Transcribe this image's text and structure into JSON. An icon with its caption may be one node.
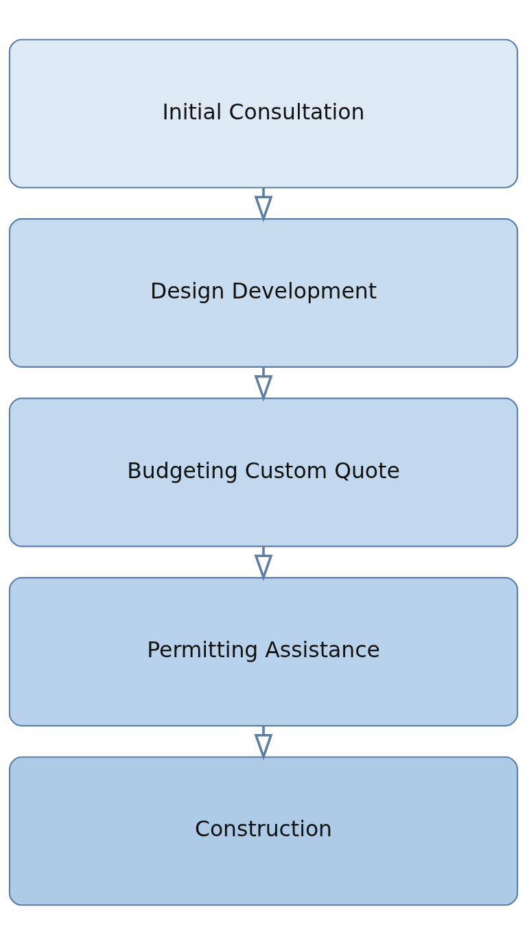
{
  "diagram": {
    "nodes": [
      {
        "text": [
          "Initial Consultation"
        ]
      },
      {
        "text": [
          "Design Development"
        ]
      },
      {
        "text": [
          "Budgeting Custom Quote"
        ]
      },
      {
        "text": [
          "Permitting Assistance"
        ]
      },
      {
        "text": [
          "Construction"
        ]
      }
    ],
    "edges": [
      {
        "from": 0,
        "to": 1,
        "arrow": "to"
      },
      {
        "from": 1,
        "to": 2,
        "arrow": "to"
      },
      {
        "from": 2,
        "to": 3,
        "arrow": "to"
      },
      {
        "from": 3,
        "to": 4,
        "arrow": "to"
      }
    ]
  }
}
